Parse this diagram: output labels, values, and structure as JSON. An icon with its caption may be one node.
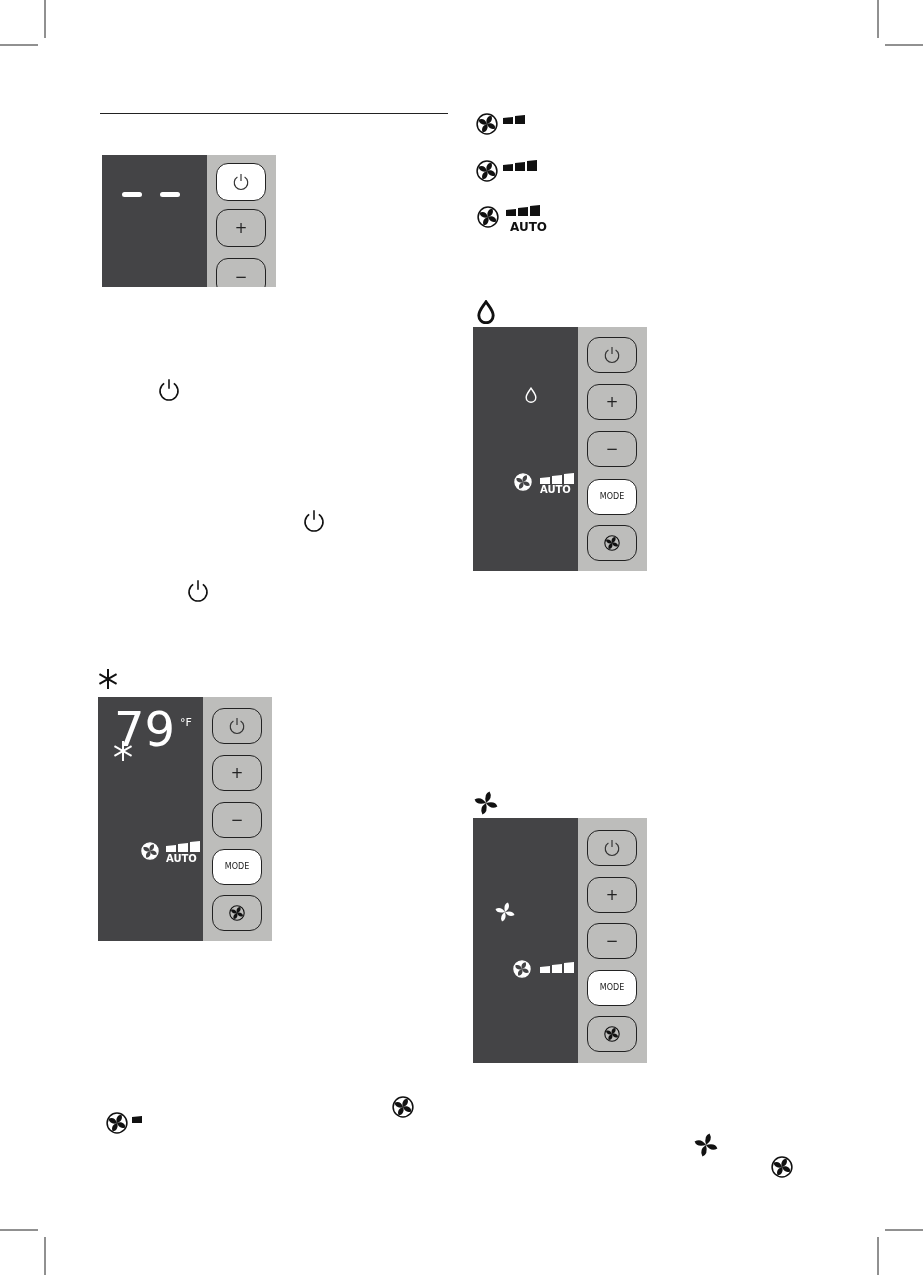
{
  "diagram": {
    "labels": [
      "+",
      "−",
      "79",
      "°F",
      "+",
      "−",
      "AUTO",
      "MODE",
      "AUTO",
      "+",
      "−",
      "AUTO",
      "MODE",
      "+",
      "−",
      "MODE"
    ]
  }
}
